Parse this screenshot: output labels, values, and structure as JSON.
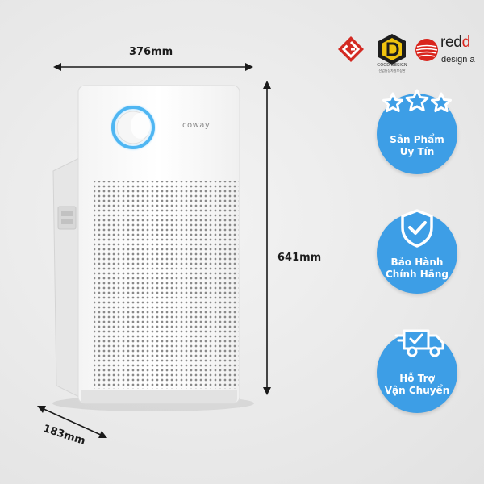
{
  "dimensions": {
    "width": "376mm",
    "height": "641mm",
    "depth": "183mm"
  },
  "product": {
    "brand": "coway"
  },
  "awards": {
    "gd_mark_text": "GOOD DESIGN",
    "gd_subtext": "산업통상자원부장관",
    "reddot_main": "red",
    "reddot_main_cut": "d",
    "reddot_sub": "design a"
  },
  "badges": [
    {
      "icon": "three-stars-icon",
      "line1": "Sản Phẩm",
      "line2": "Uy Tín"
    },
    {
      "icon": "shield-check-icon",
      "line1": "Bảo Hành",
      "line2": "Chính Hãng"
    },
    {
      "icon": "delivery-truck-icon",
      "line1": "Hỗ Trợ",
      "line2": "Vận Chuyển"
    }
  ],
  "colors": {
    "badge_blue": "#3d9ee6",
    "ring_blue": "#4fb6f2",
    "reddot_red": "#d9251d"
  }
}
